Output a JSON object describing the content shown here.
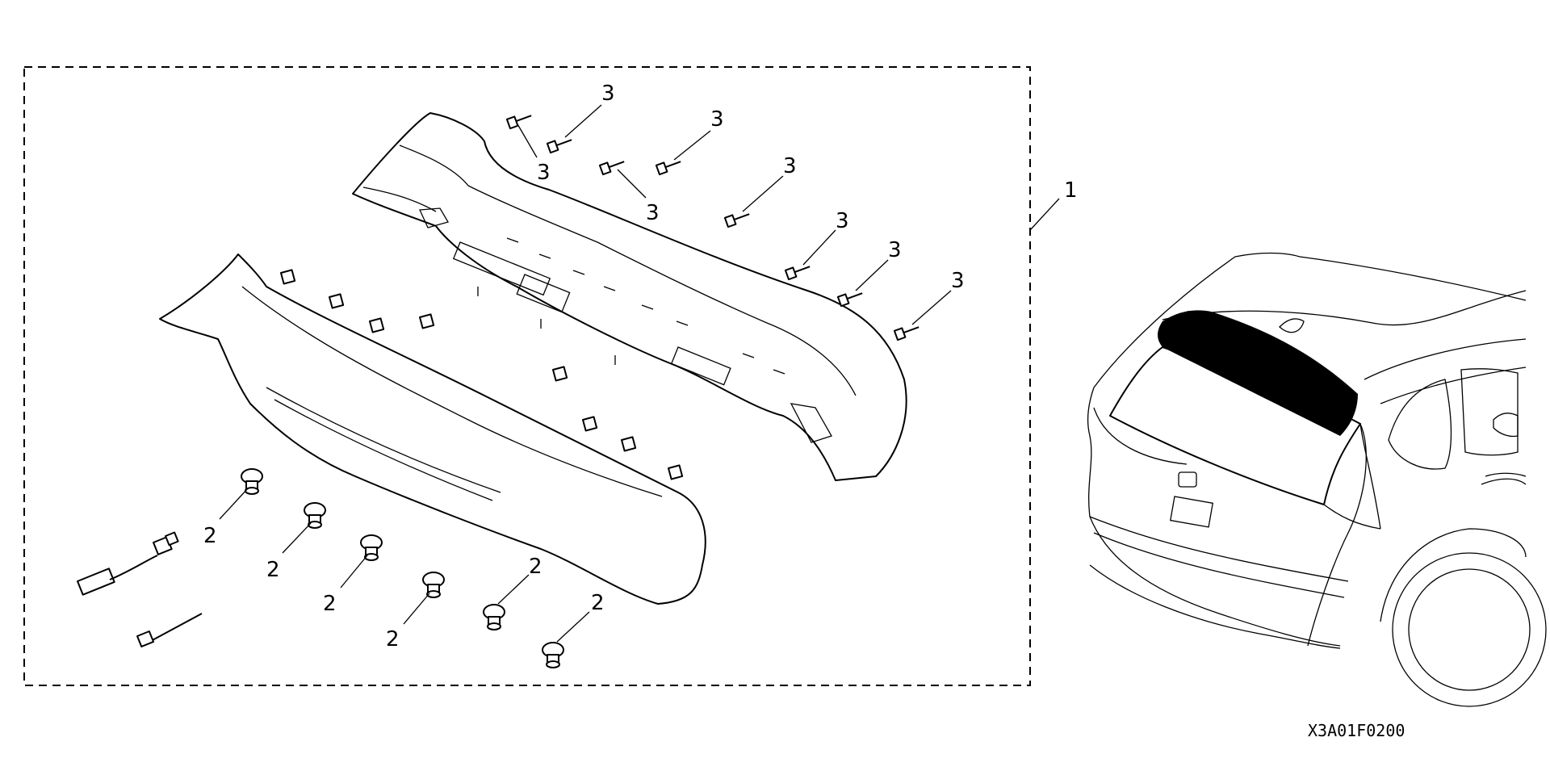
{
  "diagram_code": "X3A01F0200",
  "callouts": {
    "kit": "1",
    "clip": "2",
    "screw": "3"
  },
  "colors": {
    "line": "#000000",
    "background": "#ffffff",
    "highlight": "#000000"
  }
}
